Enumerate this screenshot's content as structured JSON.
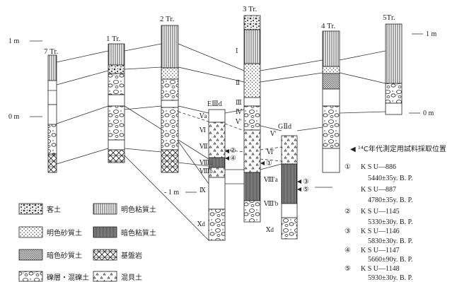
{
  "trenches": [
    {
      "label": "7 Tr."
    },
    {
      "label": "1 Tr."
    },
    {
      "label": "2 Tr."
    },
    {
      "label": "3 Tr."
    },
    {
      "label": "4 Tr."
    },
    {
      "label": "5Tr."
    }
  ],
  "scale": {
    "left_top": "1 m",
    "left_zero": "0 m",
    "minus": "- 1 m",
    "right_top": "1 m",
    "right_zero": "0 m"
  },
  "pits": {
    "e": "EⅢd",
    "g": "GⅡd"
  },
  "layers": {
    "I": "Ⅰ",
    "II": "Ⅱ",
    "III": "Ⅲ",
    "IV": "Ⅳ",
    "V": "Ⅴ'",
    "Va": "Ⅴa",
    "VI": "Ⅵ",
    "VII": "Ⅶ",
    "VIIIa": "Ⅷa",
    "VIIIb": "Ⅷb",
    "IX": "Ⅸ",
    "Xd": "Ⅹd",
    "VG": "Ⅴ'",
    "VIG": "Ⅵ'",
    "VIIIaG": "Ⅷ'a",
    "VIIIbG": "Ⅷ'b",
    "XdG": "Ⅹd"
  },
  "sample_markers": {
    "m1": "①",
    "m2": "②",
    "m3": "③",
    "m4": "④",
    "m5": "⑤"
  },
  "note": "◀ ¹⁴C年代測定用試料採取位置",
  "samples": [
    {
      "num": "①",
      "lines": [
        {
          "code": "K S U―886",
          "date": "5440±35y. B. P."
        },
        {
          "code": "K S U―887",
          "date": "4780±35y. B. P."
        }
      ]
    },
    {
      "num": "②",
      "lines": [
        {
          "code": "K S U―1145",
          "date": "5330±30y. B. P."
        }
      ]
    },
    {
      "num": "③",
      "lines": [
        {
          "code": "K S U―1146",
          "date": "5830±30y. B. P."
        }
      ]
    },
    {
      "num": "④",
      "lines": [
        {
          "code": "K S U―1147",
          "date": "5660±90y. B. P."
        }
      ]
    },
    {
      "num": "⑤",
      "lines": [
        {
          "code": "K S U―1148",
          "date": "5930±30y. B. P."
        }
      ]
    }
  ],
  "legend": [
    {
      "pattern": "fill-soil",
      "label": "客土"
    },
    {
      "pattern": "bright-clay",
      "label": "明色粘質土"
    },
    {
      "pattern": "bright-sandy",
      "label": "明色砂質土"
    },
    {
      "pattern": "dark-clay",
      "label": "暗色粘質土"
    },
    {
      "pattern": "dark-sandy",
      "label": "暗色砂質土"
    },
    {
      "pattern": "bedrock",
      "label": "基盤岩"
    },
    {
      "pattern": "gravel",
      "label": "礫層・混礫土"
    },
    {
      "pattern": "shell",
      "label": "混貝土"
    }
  ]
}
